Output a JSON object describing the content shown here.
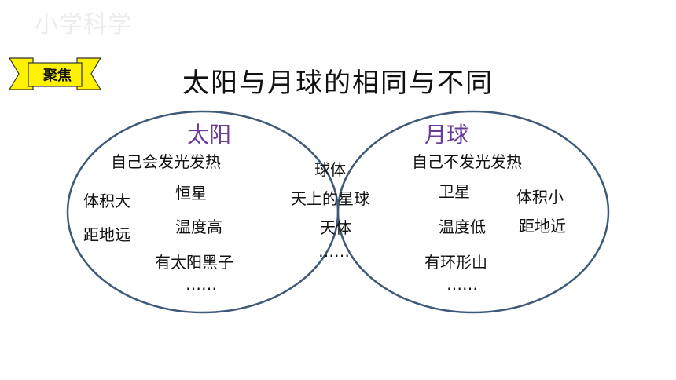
{
  "watermark": "小学科学",
  "banner": {
    "label": "聚焦",
    "color": "#fff200"
  },
  "title": "太阳与月球的相同与不同",
  "colors": {
    "circle_stroke": "#3e5a78",
    "heading": "#6a3c9a"
  },
  "sun": {
    "heading": "太阳",
    "items": [
      "自己会发光发热",
      "体积大",
      "恒星",
      "距地远",
      "温度高",
      "有太阳黑子",
      "……"
    ]
  },
  "common": {
    "items": [
      "球体",
      "天上的星球",
      "天体",
      "……"
    ]
  },
  "moon": {
    "heading": "月球",
    "items": [
      "自己不发光发热",
      "卫星",
      "体积小",
      "温度低",
      "距地近",
      "有环形山",
      "……"
    ]
  }
}
